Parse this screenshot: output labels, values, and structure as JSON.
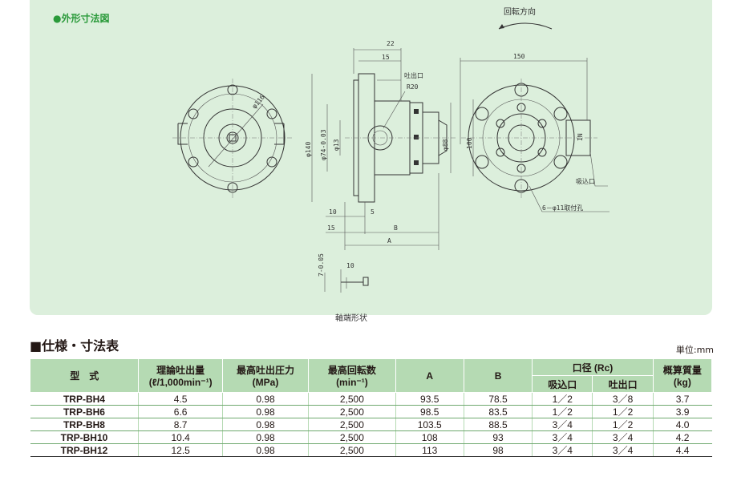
{
  "drawing_section": {
    "title": "●外形寸法図",
    "rotation_label": "回転方向",
    "shaft_caption": "軸端形状",
    "dim_labels": {
      "d22": "22",
      "d15": "15",
      "discharge": "吐出口",
      "r20": "R20",
      "d150": "150",
      "d140": "φ140",
      "d74": "φ74-0.03",
      "d13": "φ13",
      "d88": "φ88",
      "d100": "100",
      "d116": "φ116",
      "d10": "10",
      "d5": "5",
      "d15b": "15",
      "b": "B",
      "a": "A",
      "suction": "吸込口",
      "holes": "6－φ11取付孔",
      "key": "7-0.05",
      "d10b": "10",
      "in": "IN"
    }
  },
  "table_section": {
    "title": "■仕様・寸法表",
    "unit": "単位:mm",
    "headers": {
      "model": "型　式",
      "flow": "理論吐出量",
      "flow_unit": "(ℓ/1,000min⁻¹)",
      "pressure": "最高吐出圧力",
      "pressure_unit": "(MPa)",
      "speed": "最高回転数",
      "speed_unit": "(min⁻¹)",
      "a": "A",
      "b": "B",
      "port": "口径 (Rc)",
      "suction": "吸込口",
      "discharge": "吐出口",
      "mass": "概算質量",
      "mass_unit": "(kg)"
    },
    "rows": [
      {
        "model": "TRP-BH4",
        "flow": "4.5",
        "pressure": "0.98",
        "speed": "2,500",
        "a": "93.5",
        "b": "78.5",
        "suction": "1／2",
        "discharge": "3／8",
        "mass": "3.7"
      },
      {
        "model": "TRP-BH6",
        "flow": "6.6",
        "pressure": "0.98",
        "speed": "2,500",
        "a": "98.5",
        "b": "83.5",
        "suction": "1／2",
        "discharge": "1／2",
        "mass": "3.9"
      },
      {
        "model": "TRP-BH8",
        "flow": "8.7",
        "pressure": "0.98",
        "speed": "2,500",
        "a": "103.5",
        "b": "88.5",
        "suction": "3／4",
        "discharge": "1／2",
        "mass": "4.0"
      },
      {
        "model": "TRP-BH10",
        "flow": "10.4",
        "pressure": "0.98",
        "speed": "2,500",
        "a": "108",
        "b": "93",
        "suction": "3／4",
        "discharge": "3／4",
        "mass": "4.2"
      },
      {
        "model": "TRP-BH12",
        "flow": "12.5",
        "pressure": "0.98",
        "speed": "2,500",
        "a": "113",
        "b": "98",
        "suction": "3／4",
        "discharge": "3／4",
        "mass": "4.4"
      }
    ]
  }
}
